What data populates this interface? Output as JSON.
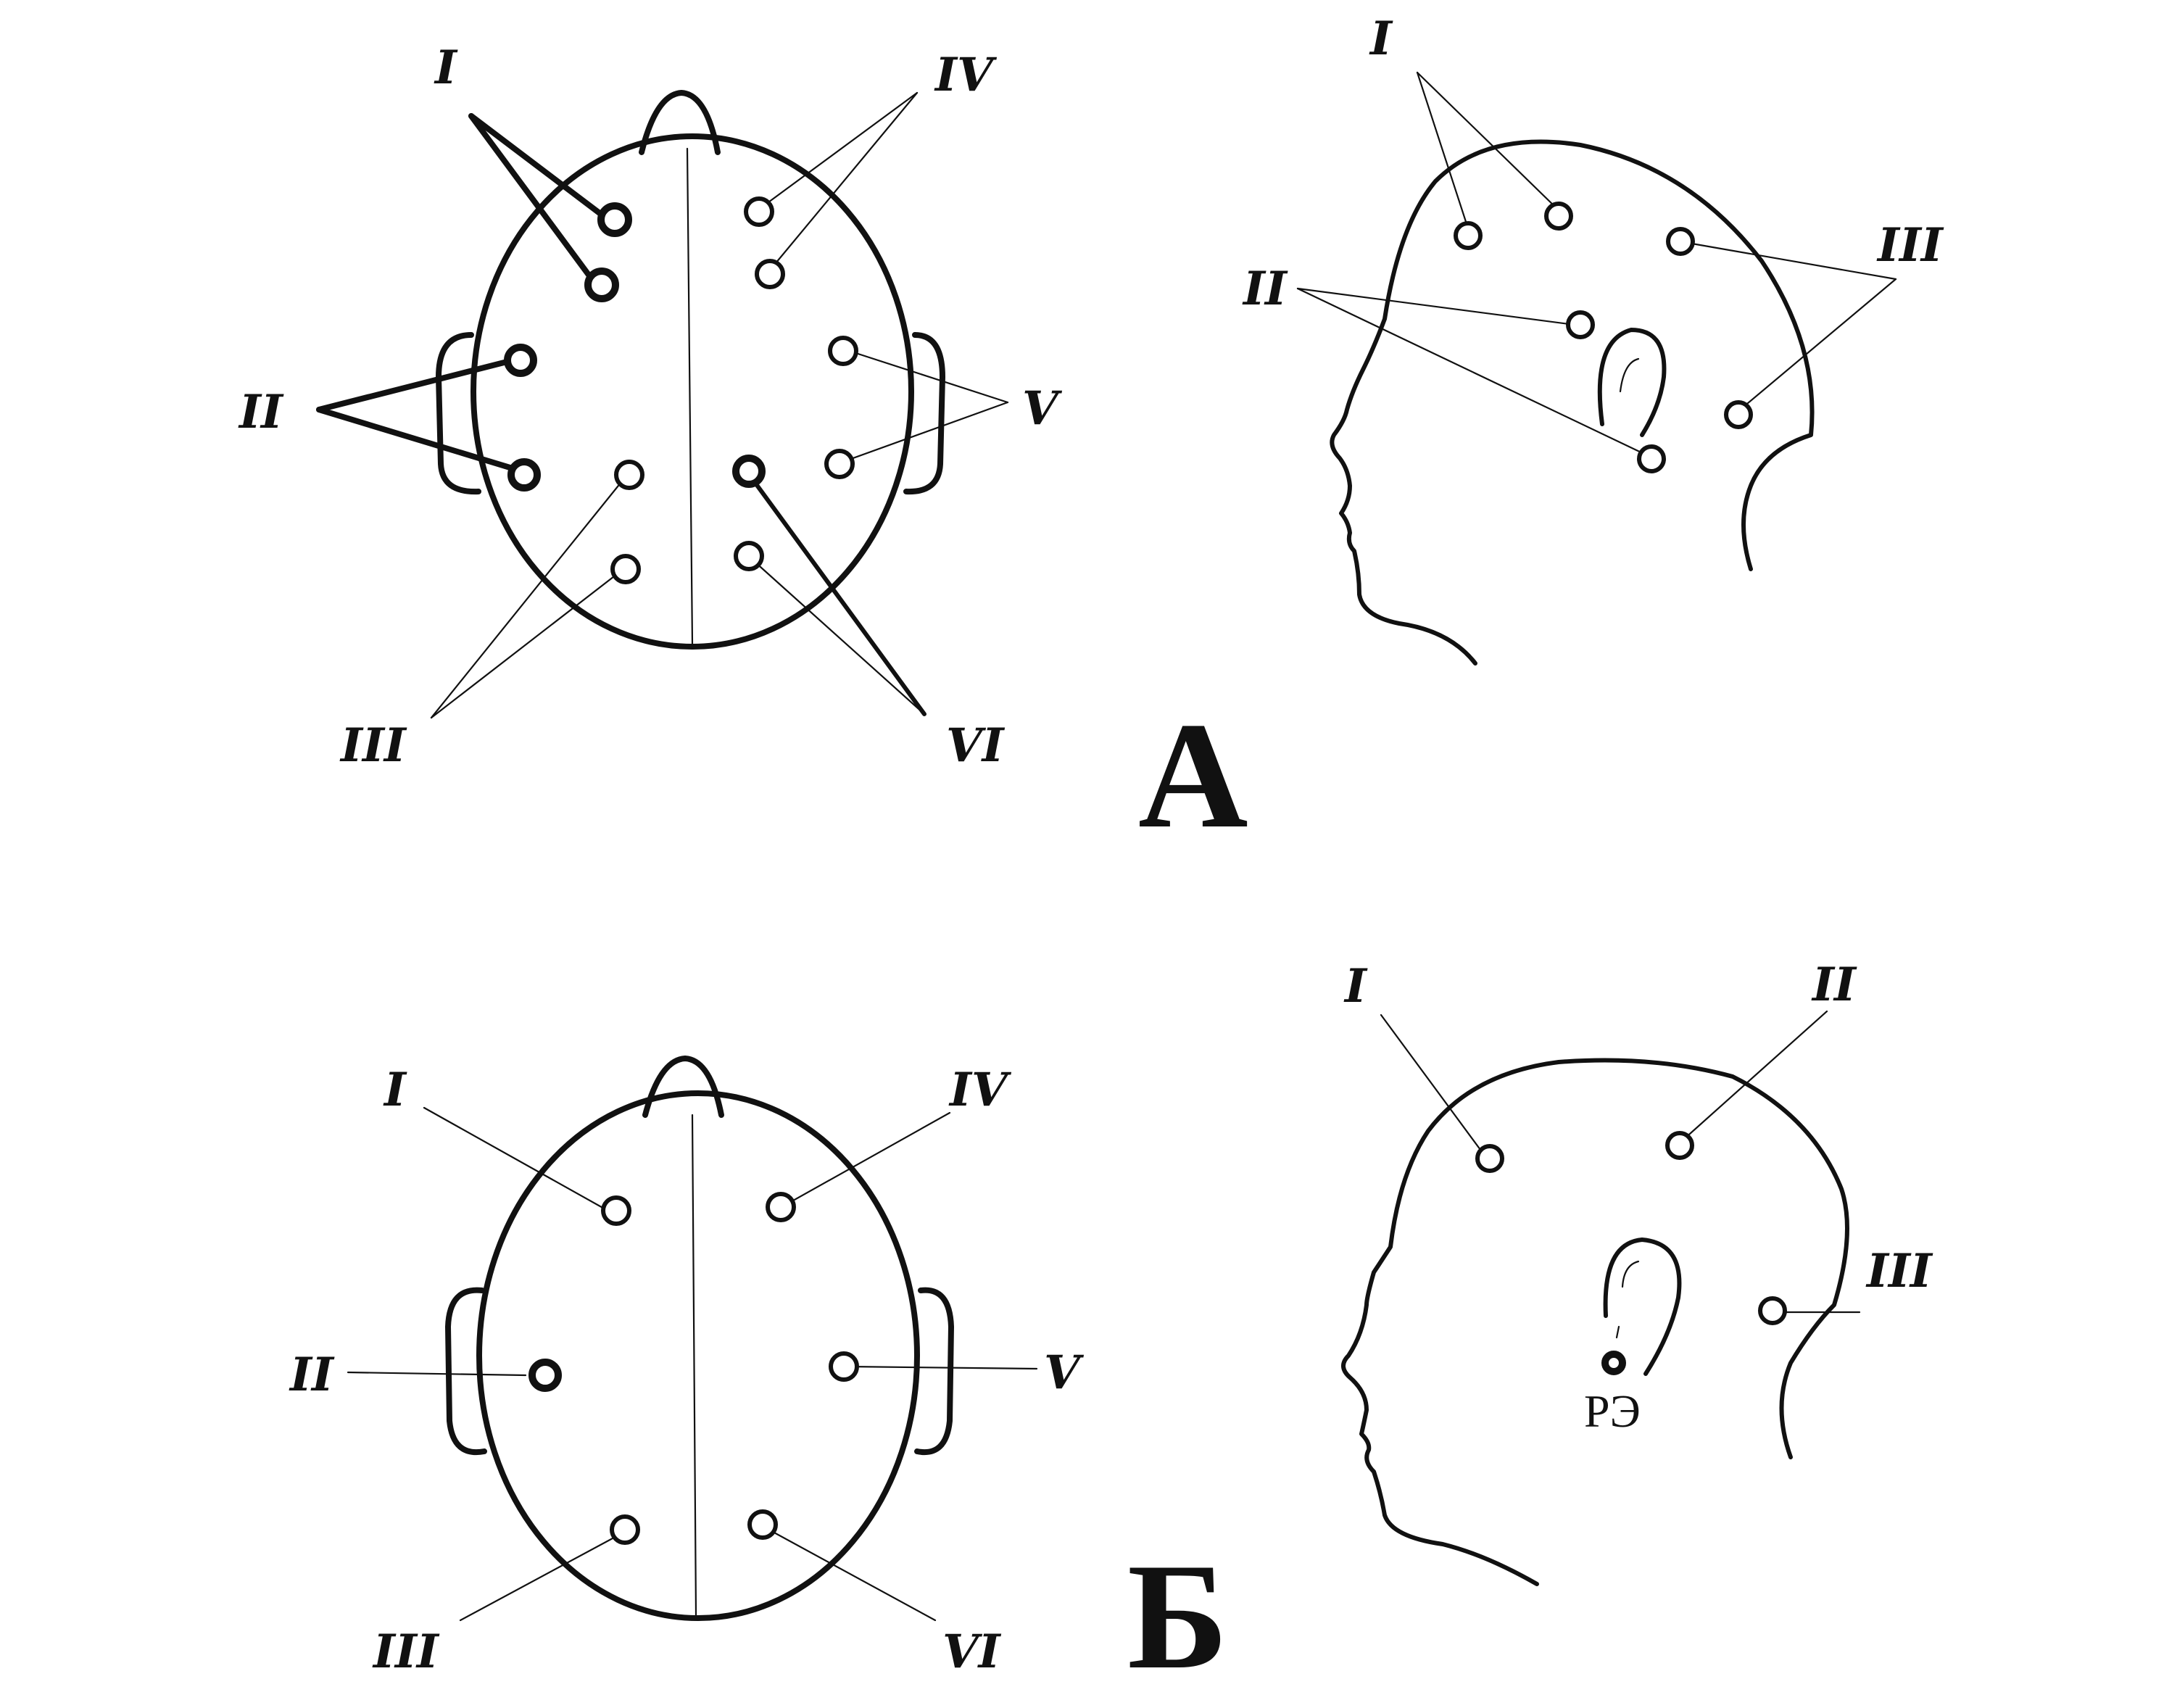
{
  "panels": {
    "A": {
      "letter": "А",
      "top_view_labels": {
        "I": "I",
        "II": "II",
        "III": "III",
        "IV": "IV",
        "V": "V",
        "VI": "VI"
      },
      "side_view_labels": {
        "I": "I",
        "II": "II",
        "III": "III"
      }
    },
    "B": {
      "letter": "Б",
      "top_view_labels": {
        "I": "I",
        "II": "II",
        "III": "III",
        "IV": "IV",
        "V": "V",
        "VI": "VI"
      },
      "side_view_labels": {
        "I": "I",
        "II": "II",
        "III": "III",
        "RE": "РЭ"
      }
    }
  },
  "colors": {
    "ink": "#111111",
    "background": "#ffffff"
  }
}
